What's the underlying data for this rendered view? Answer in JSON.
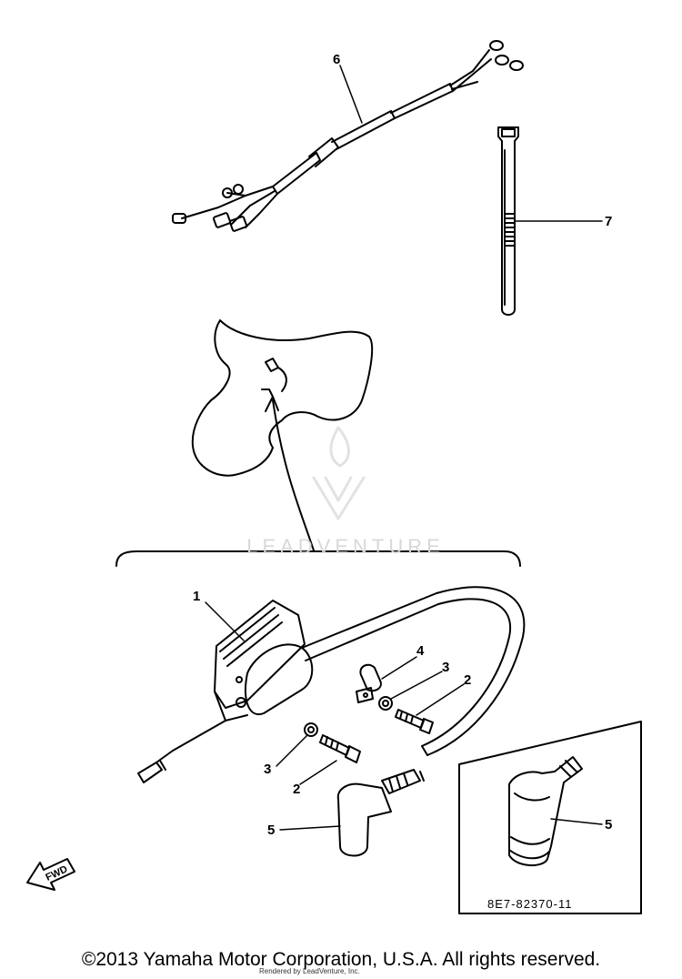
{
  "part_labels": [
    {
      "id": "1",
      "text": "1"
    },
    {
      "id": "2a",
      "text": "2"
    },
    {
      "id": "2b",
      "text": "2"
    },
    {
      "id": "3a",
      "text": "3"
    },
    {
      "id": "3b",
      "text": "3"
    },
    {
      "id": "4",
      "text": "4"
    },
    {
      "id": "5a",
      "text": "5"
    },
    {
      "id": "5b",
      "text": "5"
    },
    {
      "id": "6",
      "text": "6"
    },
    {
      "id": "7",
      "text": "7"
    }
  ],
  "fwd_label": "FWD",
  "inset_code": "8E7-82370-11",
  "watermark": "LEADVENTURE",
  "copyright": "©2013 Yamaha Motor Corporation, U.S.A. All rights reserved.",
  "rendered_by": "Rendered by LeadVenture, Inc."
}
